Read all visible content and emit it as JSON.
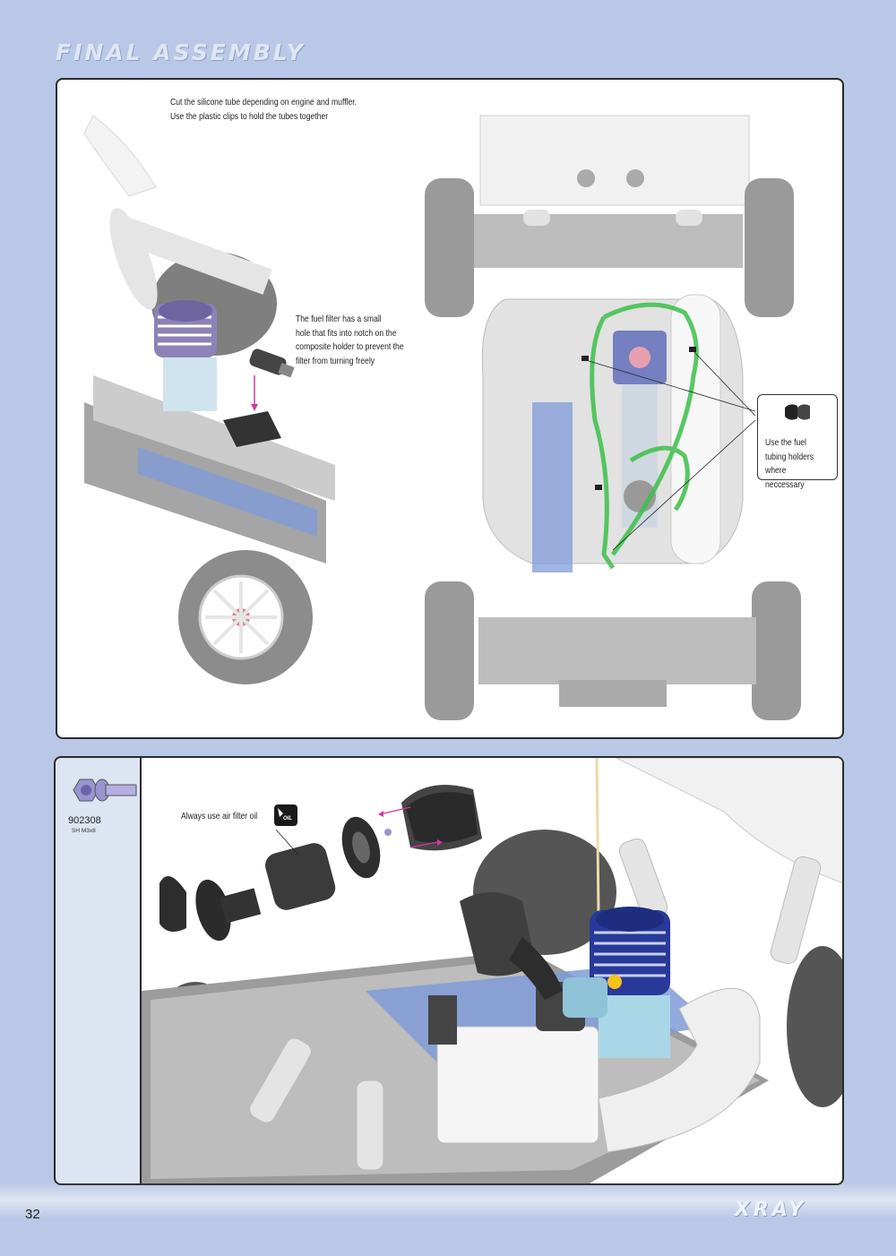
{
  "header": {
    "title": "FINAL ASSEMBLY"
  },
  "panel1": {
    "note_tube": "Cut the silicone tube depending on engine and muffler.\nUse the plastic clips to hold the tubes together",
    "note_filter": "The fuel filter has a small\nhole that fits into notch on the\ncomposite holder to prevent the\nfilter from turning freely",
    "callout_holders": "Use the fuel\ntubing holders\nwhere neccessary"
  },
  "panel2": {
    "part_number": "902308",
    "part_desc": "SH M3x8",
    "note_oil": "Always use air filter oil",
    "oil_icon_label": "OIL"
  },
  "footer": {
    "page_number": "32",
    "logo": "XRAY"
  },
  "colors": {
    "page_bg": "#b9c8e6",
    "fuel_tube": "#3cc04a",
    "engine_head": "#28399a",
    "carbon_blue": "#7f9bd8",
    "arrow_magenta": "#d03a9a"
  }
}
